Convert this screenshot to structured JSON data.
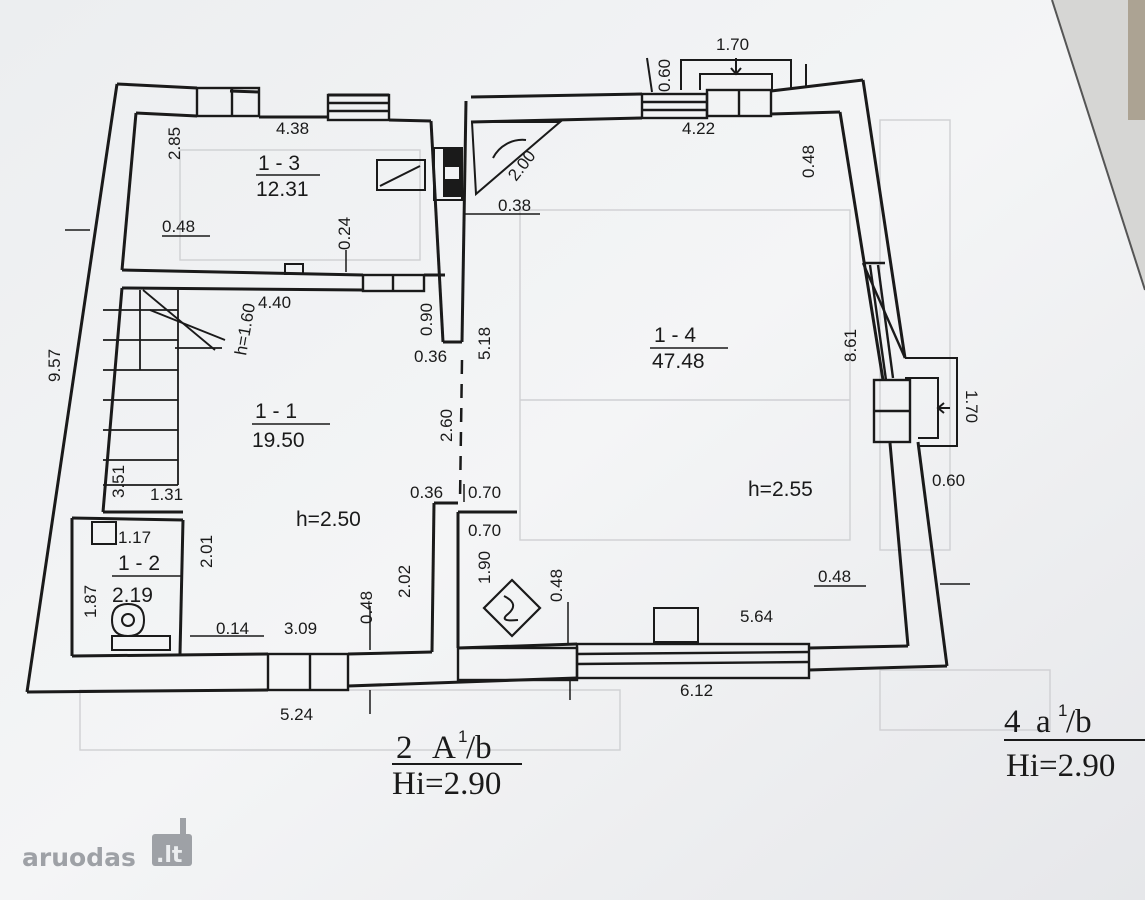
{
  "watermark": {
    "brand": "aruodas",
    "tld": ".lt"
  },
  "rooms": {
    "r13": {
      "id": "1 - 3",
      "area": "12.31"
    },
    "r11": {
      "id": "1 - 1",
      "area": "19.50"
    },
    "r12": {
      "id": "1 - 2",
      "area": "2.19"
    },
    "r14": {
      "id": "1 - 4",
      "area": "47.48"
    }
  },
  "heights": {
    "h_stairs": "h=1.60",
    "h11": "h=2.50",
    "h14": "h=2.55"
  },
  "dimensions": {
    "d170_top": "1.70",
    "d060_top": "0.60",
    "d438": "4.38",
    "d285": "2.85",
    "d422": "4.22",
    "d048_tr": "0.48",
    "d200": "2.00",
    "d038": "0.38",
    "d048_l": "0.48",
    "d024": "0.24",
    "d440": "4.40",
    "d090": "0.90",
    "d036_a": "0.36",
    "d518": "5.18",
    "d957": "9.57",
    "d260": "2.60",
    "d861": "8.61",
    "d170_r": "1.70",
    "d060_r": "0.60",
    "d351": "3.51",
    "d131": "1.31",
    "d036_b": "0.36",
    "d070_a": "0.70",
    "d070_b": "0.70",
    "d117": "1.17",
    "d201": "2.01",
    "d190": "1.90",
    "d048_c": "0.48",
    "d048_r": "0.48",
    "d187": "1.87",
    "d202": "2.02",
    "d048_b": "0.48",
    "d014": "0.14",
    "d309": "3.09",
    "d564": "5.64",
    "d524": "5.24",
    "d612": "6.12"
  },
  "stamp_left": {
    "num": "2",
    "cls": "A",
    "sup": "1",
    "sub": "/b",
    "hi": "Hi=2.90"
  },
  "stamp_right": {
    "num": "4",
    "cls": "a",
    "sup": "1",
    "sub": "/b",
    "hi": "Hi=2.90"
  }
}
